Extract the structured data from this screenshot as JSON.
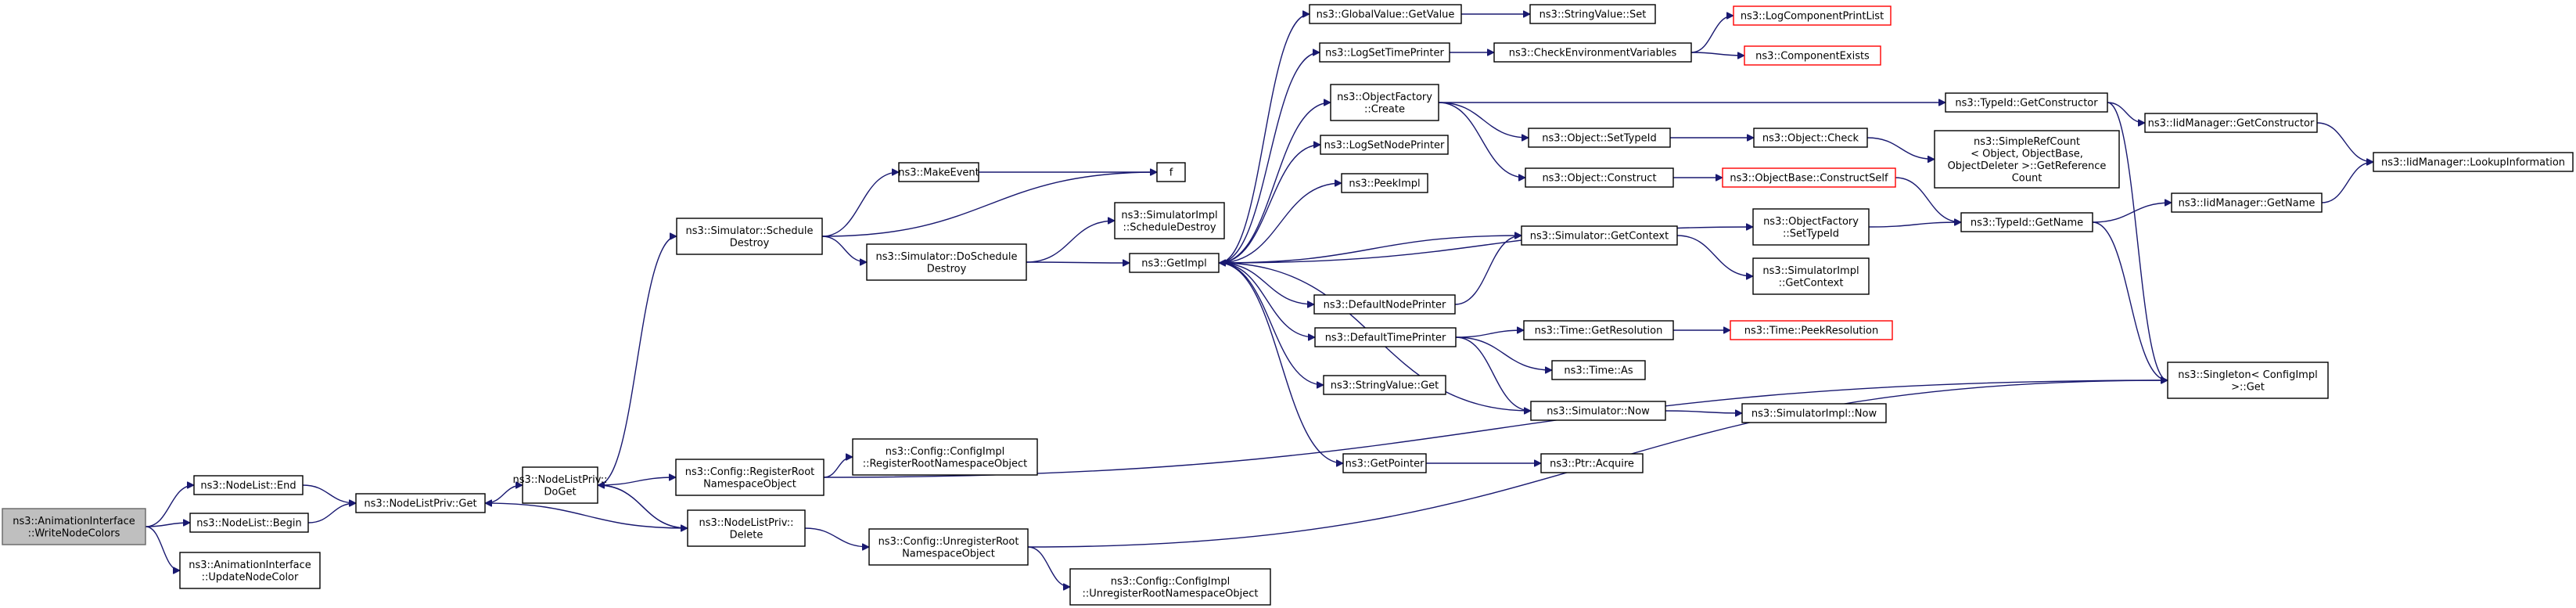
{
  "colors": {
    "edge": "#191970",
    "root_fill": "#bfbfbf",
    "missing_node_border": "#ff0000",
    "node_border": "#000000"
  },
  "nodes": {
    "root": {
      "lines": [
        "ns3::AnimationInterface",
        "::WriteNodeColors"
      ]
    },
    "nl_end": {
      "lines": [
        "ns3::NodeList::End"
      ]
    },
    "nl_begin": {
      "lines": [
        "ns3::NodeList::Begin"
      ]
    },
    "upd_color": {
      "lines": [
        "ns3::AnimationInterface",
        "::UpdateNodeColor"
      ]
    },
    "nlp_get": {
      "lines": [
        "ns3::NodeListPriv::Get"
      ]
    },
    "nlp_doget": {
      "lines": [
        "ns3::NodeListPriv::",
        "DoGet"
      ]
    },
    "nlp_delete": {
      "lines": [
        "ns3::NodeListPriv::",
        "Delete"
      ]
    },
    "sim_sched_destroy": {
      "lines": [
        "ns3::Simulator::Schedule",
        "Destroy"
      ]
    },
    "cfg_reg_root": {
      "lines": [
        "ns3::Config::RegisterRoot",
        "NamespaceObject"
      ]
    },
    "cfg_impl_reg": {
      "lines": [
        "ns3::Config::ConfigImpl",
        "::RegisterRootNamespaceObject"
      ]
    },
    "cfg_unreg_root": {
      "lines": [
        "ns3::Config::UnregisterRoot",
        "NamespaceObject"
      ]
    },
    "cfg_impl_unreg": {
      "lines": [
        "ns3::Config::ConfigImpl",
        "::UnregisterRootNamespaceObject"
      ]
    },
    "make_event": {
      "lines": [
        "ns3::MakeEvent"
      ]
    },
    "f": {
      "lines": [
        "f"
      ]
    },
    "sim_do_sched": {
      "lines": [
        "ns3::Simulator::DoSchedule",
        "Destroy"
      ]
    },
    "simimpl_sched": {
      "lines": [
        "ns3::SimulatorImpl",
        "::ScheduleDestroy"
      ]
    },
    "get_impl": {
      "lines": [
        "ns3::GetImpl"
      ]
    },
    "gv_getvalue": {
      "lines": [
        "ns3::GlobalValue::GetValue"
      ]
    },
    "sv_set": {
      "lines": [
        "ns3::StringValue::Set"
      ]
    },
    "log_time": {
      "lines": [
        "ns3::LogSetTimePrinter"
      ]
    },
    "check_env": {
      "lines": [
        "ns3::CheckEnvironmentVariables"
      ]
    },
    "log_comp_list": {
      "lines": [
        "ns3::LogComponentPrintList"
      ]
    },
    "comp_exists": {
      "lines": [
        "ns3::ComponentExists"
      ]
    },
    "of_create": {
      "lines": [
        "ns3::ObjectFactory",
        "::Create"
      ]
    },
    "log_node": {
      "lines": [
        "ns3::LogSetNodePrinter"
      ]
    },
    "peek_impl": {
      "lines": [
        "ns3::PeekImpl"
      ]
    },
    "obj_settypeid": {
      "lines": [
        "ns3::Object::SetTypeId"
      ]
    },
    "obj_construct": {
      "lines": [
        "ns3::Object::Construct"
      ]
    },
    "obj_check": {
      "lines": [
        "ns3::Object::Check"
      ]
    },
    "simple_ref": {
      "lines": [
        "ns3::SimpleRefCount",
        "< Object, ObjectBase,",
        "ObjectDeleter >::GetReference",
        "Count"
      ]
    },
    "objbase_construct": {
      "lines": [
        "ns3::ObjectBase::ConstructSelf"
      ]
    },
    "typeid_getctor": {
      "lines": [
        "ns3::TypeId::GetConstructor"
      ]
    },
    "iid_getctor": {
      "lines": [
        "ns3::IidManager::GetConstructor"
      ]
    },
    "iid_lookup": {
      "lines": [
        "ns3::IidManager::LookupInformation"
      ]
    },
    "iid_getname": {
      "lines": [
        "ns3::IidManager::GetName"
      ]
    },
    "of_settypeid": {
      "lines": [
        "ns3::ObjectFactory",
        "::SetTypeId"
      ]
    },
    "typeid_getname": {
      "lines": [
        "ns3::TypeId::GetName"
      ]
    },
    "sim_getcontext": {
      "lines": [
        "ns3::Simulator::GetContext"
      ]
    },
    "simimpl_getcontext": {
      "lines": [
        "ns3::SimulatorImpl",
        "::GetContext"
      ]
    },
    "def_node_printer": {
      "lines": [
        "ns3::DefaultNodePrinter"
      ]
    },
    "def_time_printer": {
      "lines": [
        "ns3::DefaultTimePrinter"
      ]
    },
    "time_getres": {
      "lines": [
        "ns3::Time::GetResolution"
      ]
    },
    "time_peekres": {
      "lines": [
        "ns3::Time::PeekResolution"
      ]
    },
    "time_as": {
      "lines": [
        "ns3::Time::As"
      ]
    },
    "sv_get": {
      "lines": [
        "ns3::StringValue::Get"
      ]
    },
    "sim_now": {
      "lines": [
        "ns3::Simulator::Now"
      ]
    },
    "simimpl_now": {
      "lines": [
        "ns3::SimulatorImpl::Now"
      ]
    },
    "singleton_get": {
      "lines": [
        "ns3::Singleton< ConfigImpl",
        " >::Get"
      ]
    },
    "get_pointer": {
      "lines": [
        "ns3::GetPointer"
      ]
    },
    "ptr_acquire": {
      "lines": [
        "ns3::Ptr::Acquire"
      ]
    }
  }
}
